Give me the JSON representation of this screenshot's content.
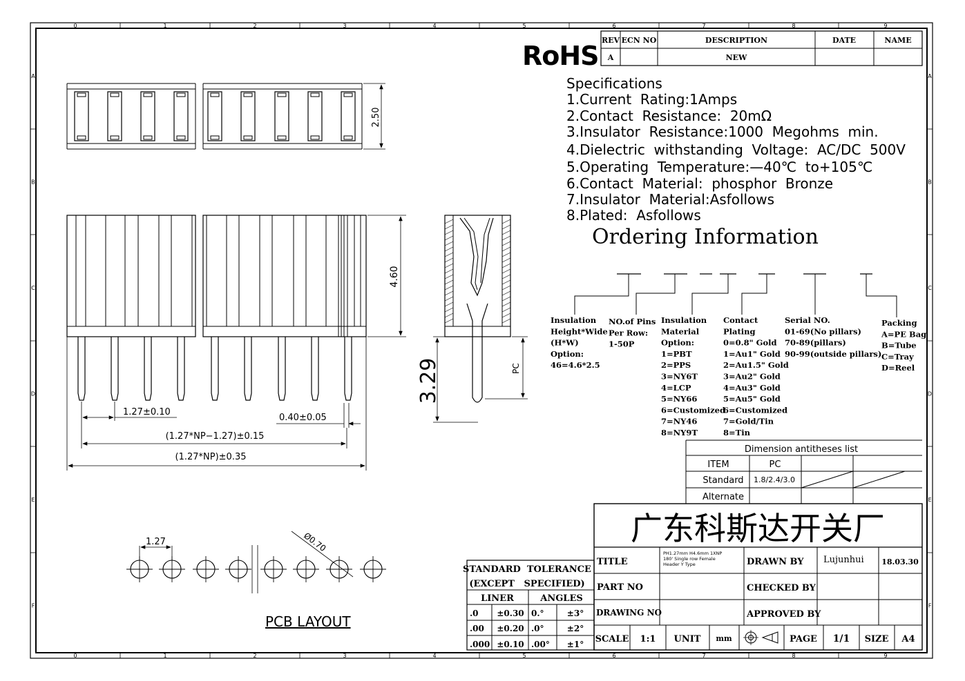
{
  "border": {
    "columns": [
      "0",
      "1",
      "2",
      "3",
      "4",
      "5",
      "6",
      "7",
      "8",
      "9"
    ],
    "rows": [
      "A",
      "B",
      "C",
      "D",
      "E",
      "F"
    ]
  },
  "rohs": "RoHS",
  "revision_table": {
    "headers": [
      "REV",
      "ECN NO",
      "DESCRIPTION",
      "DATE",
      "NAME"
    ],
    "row": [
      "A",
      "",
      "NEW",
      "",
      ""
    ]
  },
  "specifications": {
    "title": "Specifications",
    "items": [
      "1.Current  Rating:1Amps",
      "2.Contact  Resistance:  20mΩ",
      "3.Insulator  Resistance:1000  Megohms  min.",
      "4.Dielectric  withstanding  Voltage:  AC/DC  500V",
      "5.Operating  Temperature:—40℃  to+105℃",
      "6.Contact  Material:  phosphor  Bronze",
      "7.Insulator  Material:Asfollows",
      "8.Plated:  Asfollows"
    ]
  },
  "ordering": {
    "title": "Ordering Information",
    "groups": [
      {
        "lines": [
          "Insulation",
          "Height*Wide",
          "(H*W)",
          "Option:",
          "46=4.6*2.5"
        ]
      },
      {
        "lines": [
          "NO.of Pins",
          "Per Row:",
          "1-50P"
        ]
      },
      {
        "lines": [
          "Insulation",
          "Material",
          "Option:",
          "1=PBT",
          "2=PPS",
          "3=NY6T",
          "4=LCP",
          "5=NY66",
          "6=Customized",
          "7=NY46",
          "8=NY9T"
        ]
      },
      {
        "lines": [
          "Contact",
          "Plating",
          "0=0.8\" Gold",
          "1=Au1\" Gold",
          "2=Au1.5\" Gold",
          "3=Au2\" Gold",
          "4=Au3\" Gold",
          "5=Au5\" Gold",
          "6=Customized",
          "7=Gold/Tin",
          "8=Tin"
        ]
      },
      {
        "lines": [
          "Serial NO.",
          "01-69(No pillars)",
          "70-89(pillars)",
          "90-99(outside pillars)"
        ]
      },
      {
        "lines": [
          "Packing",
          "A=PE Bag",
          "B=Tube",
          "C=Tray",
          "D=Reel"
        ]
      }
    ]
  },
  "dimensions": {
    "d250": "2.50",
    "d460": "4.60",
    "d329": "3.29",
    "pc": "PC",
    "pitch": "1.27±0.10",
    "pin_width": "0.40±0.05",
    "span": "(1.27*NP−1.27)±0.15",
    "overall": "(1.27*NP)±0.35",
    "pcb_pitch": "1.27",
    "hole": "Ø0.70",
    "pcb_label": "PCB  LAYOUT"
  },
  "dimension_list": {
    "title": "Dimension  antitheses  list",
    "item_header": "ITEM",
    "pc_header": "PC",
    "standard_label": "Standard",
    "standard_value": "1.8/2.4/3.0",
    "alternate_label": "Alternate"
  },
  "company": "广东科斯达开关厂",
  "title_block": {
    "title_label": "TITLE",
    "title_text": [
      "PH1.27mm H4.6mm 1XNP",
      "180' Single row Female",
      "Header Y Type"
    ],
    "drawn_by_label": "DRAWN BY",
    "drawn_by": "Lujunhui",
    "date": "18.03.30",
    "part_no_label": "PART NO",
    "checked_by_label": "CHECKED BY",
    "drawing_no_label": "DRAWING NO",
    "approved_by_label": "APPROVED BY",
    "scale_label": "SCALE",
    "scale": "1:1",
    "unit_label": "UNIT",
    "unit": "mm",
    "page_label": "PAGE",
    "page": "1/1",
    "size_label": "SIZE",
    "size": "A4"
  },
  "tolerance": {
    "title1": "STANDARD  TOLERANCE",
    "title2": "(EXCEPT   SPECIFIED)",
    "liner": "LINER",
    "angles": "ANGLES",
    "rows": [
      [
        ".0",
        "±0.30",
        "0.°",
        "±3°"
      ],
      [
        ".00",
        "±0.20",
        ".0°",
        "±2°"
      ],
      [
        ".000",
        "±0.10",
        ".00°",
        "±1°"
      ]
    ]
  }
}
